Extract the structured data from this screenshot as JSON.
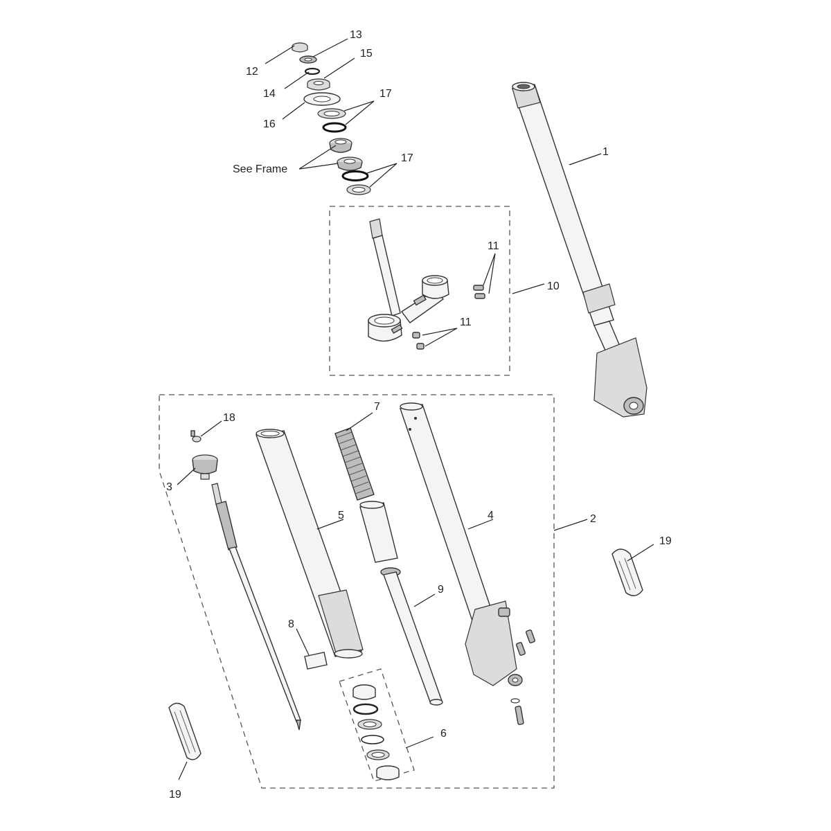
{
  "diagram": {
    "callouts": [
      {
        "id": "c1",
        "text": "1"
      },
      {
        "id": "c2",
        "text": "2"
      },
      {
        "id": "c3",
        "text": "3"
      },
      {
        "id": "c4",
        "text": "4"
      },
      {
        "id": "c5",
        "text": "5"
      },
      {
        "id": "c6",
        "text": "6"
      },
      {
        "id": "c7",
        "text": "7"
      },
      {
        "id": "c8",
        "text": "8"
      },
      {
        "id": "c9",
        "text": "9"
      },
      {
        "id": "c10",
        "text": "10"
      },
      {
        "id": "c11a",
        "text": "11"
      },
      {
        "id": "c11b",
        "text": "11"
      },
      {
        "id": "c12",
        "text": "12"
      },
      {
        "id": "c13",
        "text": "13"
      },
      {
        "id": "c14",
        "text": "14"
      },
      {
        "id": "c15",
        "text": "15"
      },
      {
        "id": "c16",
        "text": "16"
      },
      {
        "id": "c17a",
        "text": "17"
      },
      {
        "id": "c17b",
        "text": "17"
      },
      {
        "id": "c18",
        "text": "18"
      },
      {
        "id": "c19a",
        "text": "19"
      },
      {
        "id": "c19b",
        "text": "19"
      }
    ],
    "see_frame_label": "See Frame"
  }
}
